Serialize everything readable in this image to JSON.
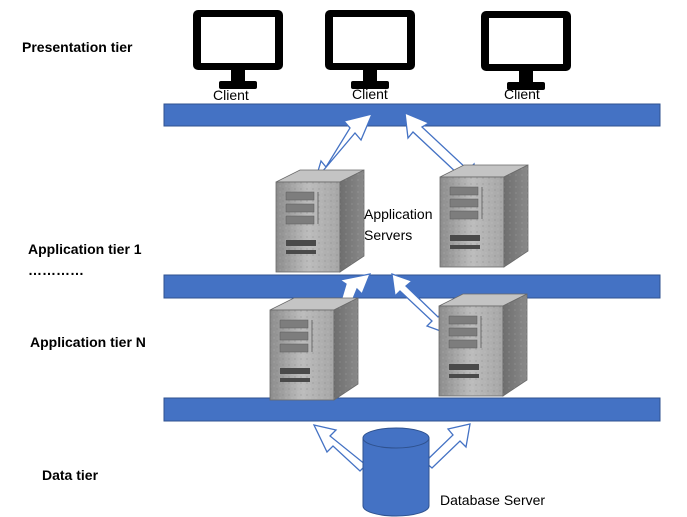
{
  "tiers": {
    "presentation": "Presentation tier",
    "application_1": "Application tier 1",
    "ellipsis": "…………",
    "application_n": "Application tier N",
    "data": "Data tier"
  },
  "clients": [
    "Client",
    "Client",
    "Client"
  ],
  "application_servers_label": [
    "Application",
    "Servers"
  ],
  "database_server_label": "Database Server",
  "colors": {
    "bus": "#4472C4",
    "bus_border": "#2F528F",
    "arrow_outline": "#4472C4",
    "monitor": "#000000",
    "server_body": "#9E9E9E",
    "database": "#4472C4"
  },
  "icons": {
    "client": "monitor-icon",
    "app_server": "server-tower-icon",
    "database": "database-cylinder-icon"
  }
}
